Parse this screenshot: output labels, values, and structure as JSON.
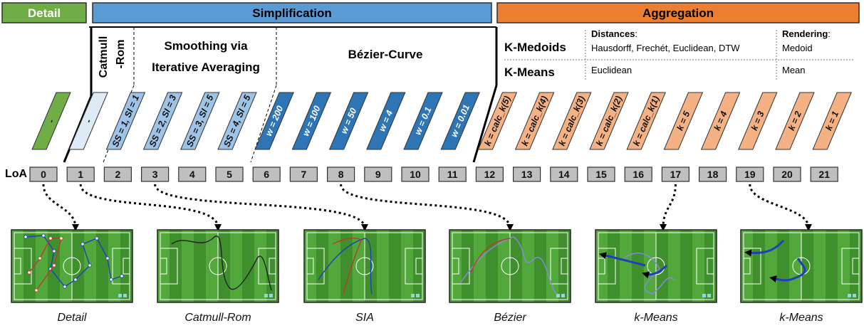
{
  "headers": {
    "detail": "Detail",
    "simplification": "Simplification",
    "aggregation": "Aggregation"
  },
  "methods": {
    "catmull_line1": "Catmull",
    "catmull_line2": "-Rom",
    "smoothing_line1": "Smoothing via",
    "smoothing_line2": "Iterative Averaging",
    "bezier": "Bézier-Curve"
  },
  "aggregation_table": {
    "kmedoids": "K-Medoids",
    "kmeans": "K-Means",
    "distances_label": "Distances",
    "distances_colon": ":",
    "rendering_label": "Rendering",
    "rendering_colon": ":",
    "kmedoids_distances": "Hausdorff, Frechét, Euclidean, DTW",
    "kmedoids_rendering": "Medoid",
    "kmeans_distances": "Euclidean",
    "kmeans_rendering": "Mean"
  },
  "loa_label": "LoA",
  "levels": [
    "0",
    "1",
    "2",
    "3",
    "4",
    "5",
    "6",
    "7",
    "8",
    "9",
    "10",
    "11",
    "12",
    "13",
    "14",
    "15",
    "16",
    "17",
    "18",
    "19",
    "20",
    "21"
  ],
  "param_labels": [
    "-",
    "-",
    "SS = 1, SI = 1",
    "SS = 2, SI = 3",
    "SS = 3, SI = 5",
    "SS = 4, SI = 5",
    "w = 200",
    "w = 100",
    "w = 50",
    "w = 4",
    "w = 0.1",
    "w = 0.01",
    "k = calc_k(5)",
    "k = calc_k(4)",
    "k = calc_k(3)",
    "k = calc_k(2)",
    "k = calc_k(1)",
    "k = 5",
    "k = 4",
    "k = 3",
    "k = 2",
    "k = 1"
  ],
  "param_types": [
    "detail",
    "catmull",
    "sia",
    "sia",
    "sia",
    "sia",
    "bezier",
    "bezier",
    "bezier",
    "bezier",
    "bezier",
    "bezier",
    "agg",
    "agg",
    "agg",
    "agg",
    "agg",
    "agg",
    "agg",
    "agg",
    "agg",
    "agg"
  ],
  "colors": {
    "detail_fill": "#70ad47",
    "detail_header": "#70ad47",
    "simplification_header": "#5b9bd5",
    "aggregation_header": "#ed7d31",
    "catmull_fill": "#deebf7",
    "sia_fill": "#9dc3e6",
    "bezier_fill": "#2e75b6",
    "agg_fill": "#f4b183",
    "level_box": "#bfbfbf",
    "pitch_stripe_a": "#3f8f2c",
    "pitch_stripe_b": "#52a83a",
    "trajectory_blue": "#1f3fbf",
    "trajectory_red": "#c0392b",
    "trajectory_lilac": "#8a8ae6",
    "trajectory_dark": "#222222"
  },
  "previews": [
    {
      "caption": "Detail",
      "level": 0
    },
    {
      "caption": "Catmull-Rom",
      "level": 1
    },
    {
      "caption": "SIA",
      "level": 3
    },
    {
      "caption": "Bézier",
      "level": 8
    },
    {
      "caption": "k-Means",
      "level": 17
    },
    {
      "caption": "k-Means",
      "level": 19
    }
  ]
}
